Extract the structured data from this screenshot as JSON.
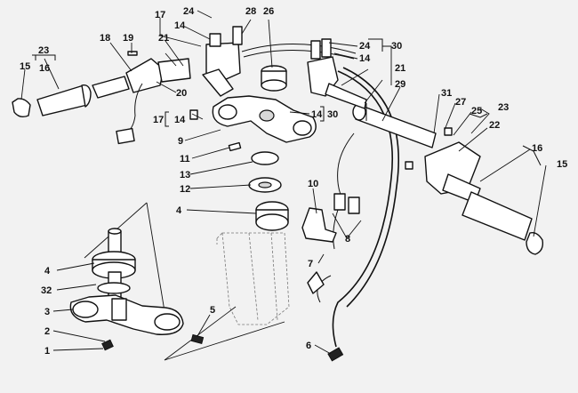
{
  "diagram": {
    "labels": {
      "l15a": "15",
      "l23a": "23",
      "l16a": "16",
      "l18": "18",
      "l19": "19",
      "l21a": "21",
      "l20": "20",
      "l17a": "17",
      "l24a": "24",
      "l14a": "14",
      "l28": "28",
      "l26": "26",
      "l24b": "24",
      "l14b": "14",
      "l30a": "30",
      "l21b": "21",
      "l29": "29",
      "l31": "31",
      "l27": "27",
      "l25": "25",
      "l23b": "23",
      "l22": "22",
      "l16b": "16",
      "l15b": "15",
      "l17b": "17",
      "l14c": "14",
      "l14d": "14",
      "l30b": "30",
      "l9": "9",
      "l11": "11",
      "l13": "13",
      "l12": "12",
      "l4a": "4",
      "l10": "10",
      "l8": "8",
      "l7": "7",
      "l4b": "4",
      "l32": "32",
      "l3": "3",
      "l2": "2",
      "l1": "1",
      "l5": "5",
      "l6": "6"
    }
  }
}
